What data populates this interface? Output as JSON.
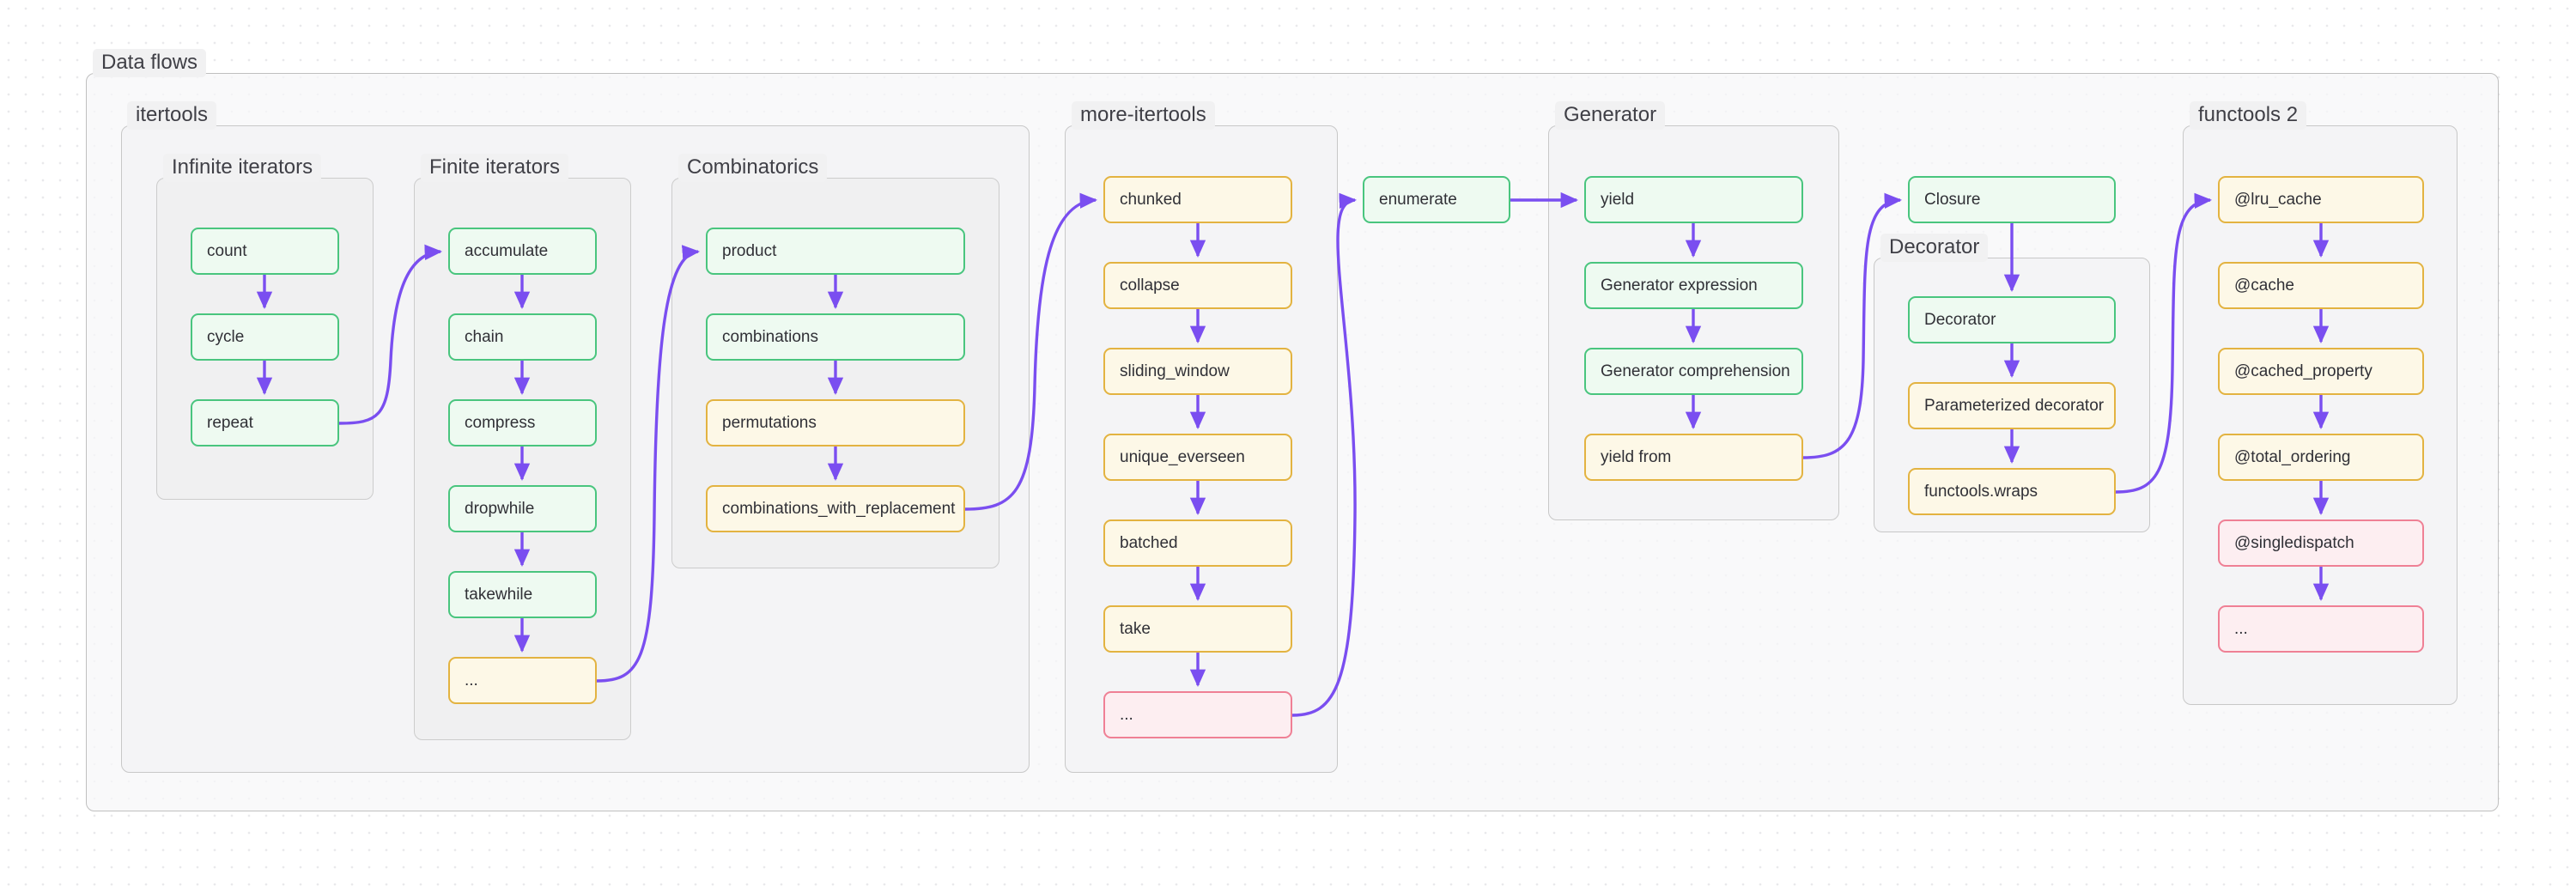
{
  "diagram": {
    "title": "Data flows",
    "theme": {
      "edge_color": "#7a4ef0",
      "green_border": "#49c57e",
      "green_fill": "#eefaf1",
      "yellow_border": "#e3b341",
      "yellow_fill": "#fdf8e7",
      "red_border": "#ef8095",
      "red_fill": "#fdeef1",
      "group_border": "#bfbfbf",
      "canvas_bg": "#ffffff"
    },
    "groups": {
      "root": "Data flows",
      "itertools": "itertools",
      "infinite_iterators": "Infinite iterators",
      "finite_iterators": "Finite iterators",
      "combinatorics": "Combinatorics",
      "more_itertools": "more-itertools",
      "generator": "Generator",
      "decorator": "Decorator",
      "functools2": "functools 2"
    },
    "nodes": {
      "count": "count",
      "cycle": "cycle",
      "repeat": "repeat",
      "accumulate": "accumulate",
      "chain": "chain",
      "compress": "compress",
      "dropwhile": "dropwhile",
      "takewhile": "takewhile",
      "finite_more": "...",
      "product": "product",
      "combinations": "combinations",
      "permutations": "permutations",
      "combinations_with_replacement": "combinations_with_replacement",
      "chunked": "chunked",
      "collapse": "collapse",
      "sliding_window": "sliding_window",
      "unique_everseen": "unique_everseen",
      "batched": "batched",
      "take": "take",
      "more_itertools_more": "...",
      "enumerate": "enumerate",
      "yield": "yield",
      "generator_expression": "Generator expression",
      "generator_comprehension": "Generator comprehension",
      "yield_from": "yield from",
      "closure": "Closure",
      "decorator": "Decorator",
      "parameterized_decorator": "Parameterized decorator",
      "functools_wraps": "functools.wraps",
      "lru_cache": "@lru_cache",
      "cache": "@cache",
      "cached_property": "@cached_property",
      "total_ordering": "@total_ordering",
      "singledispatch": "@singledispatch",
      "functools2_more": "..."
    }
  }
}
